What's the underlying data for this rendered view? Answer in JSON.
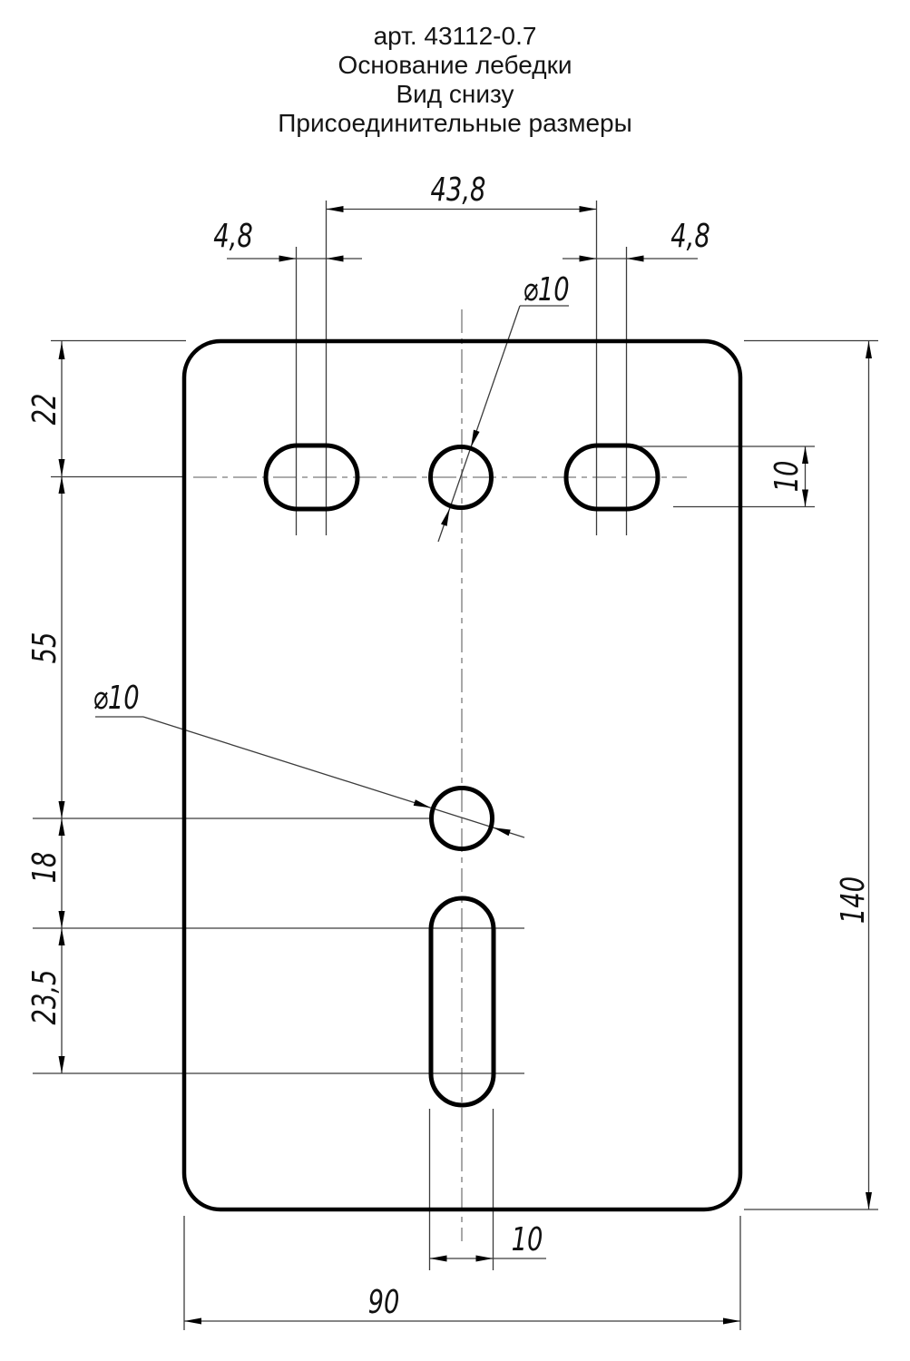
{
  "title": {
    "line1": "арт. 43112-0.7",
    "line2": "Основание лебедки",
    "line3": "Вид снизу",
    "line4": "Присоединительные размеры"
  },
  "dimensions": {
    "hole_spacing_top": "43,8",
    "slot_offset_left": "4,8",
    "slot_offset_right": "4,8",
    "hole_diameter_top": "⌀10",
    "hole_diameter_middle": "⌀10",
    "top_edge_to_hole_row": "22",
    "hole_row_to_middle_hole": "55",
    "middle_hole_to_slot": "18",
    "slot_length": "23,5",
    "oval_hole_height": "10",
    "plate_height": "140",
    "slot_width": "10",
    "plate_width": "90"
  },
  "colors": {
    "outline": "#000000",
    "thin_line": "#3c3c3c",
    "centerline": "#7a7a7a",
    "background": "#ffffff"
  }
}
